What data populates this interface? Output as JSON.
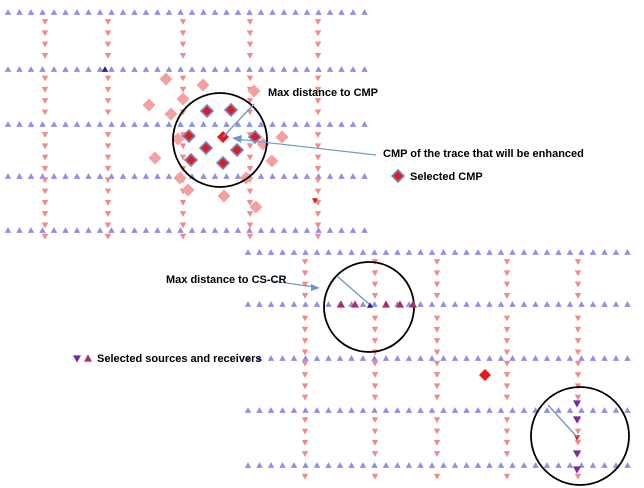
{
  "colors": {
    "receiver": "#8f8fe8",
    "source": "#f28a8a",
    "cmp_faint": "#f5a0a0",
    "cmp_selected_fill": "#e31b1b",
    "cmp_selected_outline": "#6b8cc8",
    "selected_receiver": "#b02a6e",
    "selected_source": "#7a2aa0",
    "leader_line": "#6e9bc5",
    "circle": "#000000",
    "background": "#ffffff"
  },
  "labels": {
    "max_cmp": "Max distance to CMP",
    "cmp_trace": "CMP of the trace that will be enhanced",
    "selected_cmp": "Selected CMP",
    "max_cscr": "Max distance to CS-CR",
    "selected_sr": "Selected sources and receivers"
  },
  "icons": {
    "receiver": "triangle-up-icon",
    "source": "triangle-down-icon",
    "cmp": "diamond-icon"
  }
}
